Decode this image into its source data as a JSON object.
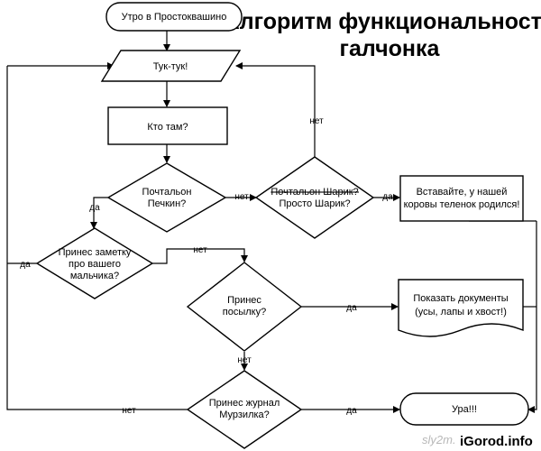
{
  "title": {
    "line1": "Алгоритм функциональности",
    "line2": "галчонка"
  },
  "nodes": {
    "start": "Утро в Простоквашино",
    "knock": "Тук-тук!",
    "who": "Кто там?",
    "postman": {
      "line1": "Почтальон",
      "line2": "Печкин?"
    },
    "sharik": {
      "line1": "Почтальон Шарик?",
      "line2": "Просто Шарик?"
    },
    "wakeup": {
      "line1": "Вставайте, у нашей",
      "line2": "коровы теленок родился!"
    },
    "note": {
      "line1": "Принес заметку",
      "line2": "про вашего",
      "line3": "мальчика?"
    },
    "parcel": {
      "line1": "Принес",
      "line2": "посылку?"
    },
    "documents": {
      "line1": "Показать документы",
      "line2": "(усы, лапы и хвост!)"
    },
    "magazine": {
      "line1": "Принес журнал",
      "line2": "Мурзилка?"
    },
    "hooray": "Ура!!!"
  },
  "edges": {
    "no_sharik_knock": "нет",
    "yes_postman_note": "да",
    "no_postman_sharik": "нет",
    "yes_sharik_wakeup": "да",
    "yes_note_loop": "да",
    "no_note_parcel": "нет",
    "yes_parcel_documents": "да",
    "no_parcel_magazine": "нет",
    "no_magazine_loop": "нет",
    "yes_magazine_hooray": "да"
  },
  "watermark": {
    "left": "sly2m.",
    "right": "iGorod.info"
  }
}
